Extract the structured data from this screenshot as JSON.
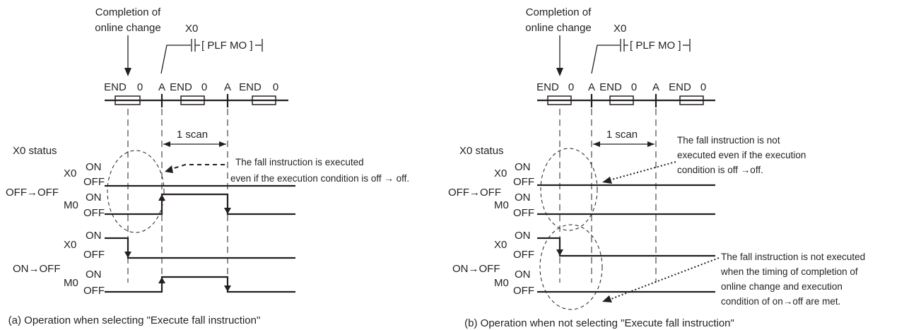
{
  "panel_a": {
    "completion_label_line1": "Completion of",
    "completion_label_line2": "online change",
    "contact_name": "X0",
    "instruction_text": "[ PLF  MO ]",
    "step_labels": [
      "END",
      "0",
      "A",
      "END",
      "0",
      "A",
      "END",
      "0"
    ],
    "scan_label": "1 scan",
    "status_heading": "X0 status",
    "group1_transition": "OFF→OFF",
    "group2_transition": "ON→OFF",
    "signal_x0": "X0",
    "signal_m0": "M0",
    "level_on": "ON",
    "level_off": "OFF",
    "note_line1": "The fall instruction is executed",
    "note_line2": "even if the execution condition is off → off.",
    "caption": "(a) Operation when selecting \"Execute fall instruction\""
  },
  "panel_b": {
    "completion_label_line1": "Completion of",
    "completion_label_line2": "online change",
    "contact_name": "X0",
    "instruction_text": "[ PLF  MO ]",
    "step_labels": [
      "END",
      "0",
      "A",
      "END",
      "0",
      "A",
      "END",
      "0"
    ],
    "scan_label": "1 scan",
    "status_heading": "X0 status",
    "group1_transition": "OFF→OFF",
    "group2_transition": "ON→OFF",
    "signal_x0": "X0",
    "signal_m0": "M0",
    "level_on": "ON",
    "level_off": "OFF",
    "note1_line1": "The fall instruction is not",
    "note1_line2": "executed even if the execution",
    "note1_line3": "condition is off →off.",
    "note2_line1": "The fall instruction is not executed",
    "note2_line2": "when the timing of completion of",
    "note2_line3": "online change and execution",
    "note2_line4": "condition of on→off are met.",
    "caption": "(b) Operation when not selecting \"Execute fall instruction\""
  }
}
